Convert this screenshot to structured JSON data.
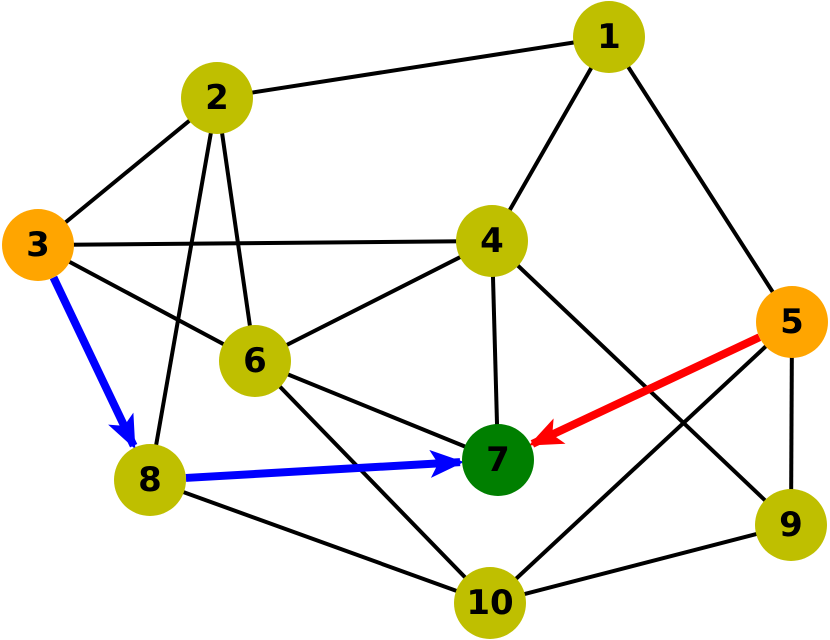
{
  "graph": {
    "colors": {
      "default_node": "#bfbf00",
      "start_node": "#ffa500",
      "target_node": "#007f00",
      "edge": "#000000",
      "path_blue": "#0000ff",
      "path_red": "#ff0000"
    },
    "nodes": [
      {
        "id": "1",
        "label": "1",
        "role": "default"
      },
      {
        "id": "2",
        "label": "2",
        "role": "default"
      },
      {
        "id": "3",
        "label": "3",
        "role": "start"
      },
      {
        "id": "4",
        "label": "4",
        "role": "default"
      },
      {
        "id": "5",
        "label": "5",
        "role": "start"
      },
      {
        "id": "6",
        "label": "6",
        "role": "default"
      },
      {
        "id": "7",
        "label": "7",
        "role": "target"
      },
      {
        "id": "8",
        "label": "8",
        "role": "default"
      },
      {
        "id": "9",
        "label": "9",
        "role": "default"
      },
      {
        "id": "10",
        "label": "10",
        "role": "default"
      }
    ],
    "edges": [
      {
        "from": "1",
        "to": "2"
      },
      {
        "from": "1",
        "to": "4"
      },
      {
        "from": "1",
        "to": "5"
      },
      {
        "from": "2",
        "to": "3"
      },
      {
        "from": "2",
        "to": "6"
      },
      {
        "from": "2",
        "to": "8"
      },
      {
        "from": "3",
        "to": "4"
      },
      {
        "from": "3",
        "to": "6"
      },
      {
        "from": "4",
        "to": "6"
      },
      {
        "from": "4",
        "to": "7"
      },
      {
        "from": "4",
        "to": "9"
      },
      {
        "from": "5",
        "to": "9"
      },
      {
        "from": "5",
        "to": "10"
      },
      {
        "from": "6",
        "to": "7"
      },
      {
        "from": "6",
        "to": "10"
      },
      {
        "from": "8",
        "to": "10"
      },
      {
        "from": "9",
        "to": "10"
      }
    ],
    "directed_edges": [
      {
        "from": "3",
        "to": "8",
        "color": "path_blue"
      },
      {
        "from": "8",
        "to": "7",
        "color": "path_blue"
      },
      {
        "from": "5",
        "to": "7",
        "color": "path_red"
      }
    ]
  }
}
